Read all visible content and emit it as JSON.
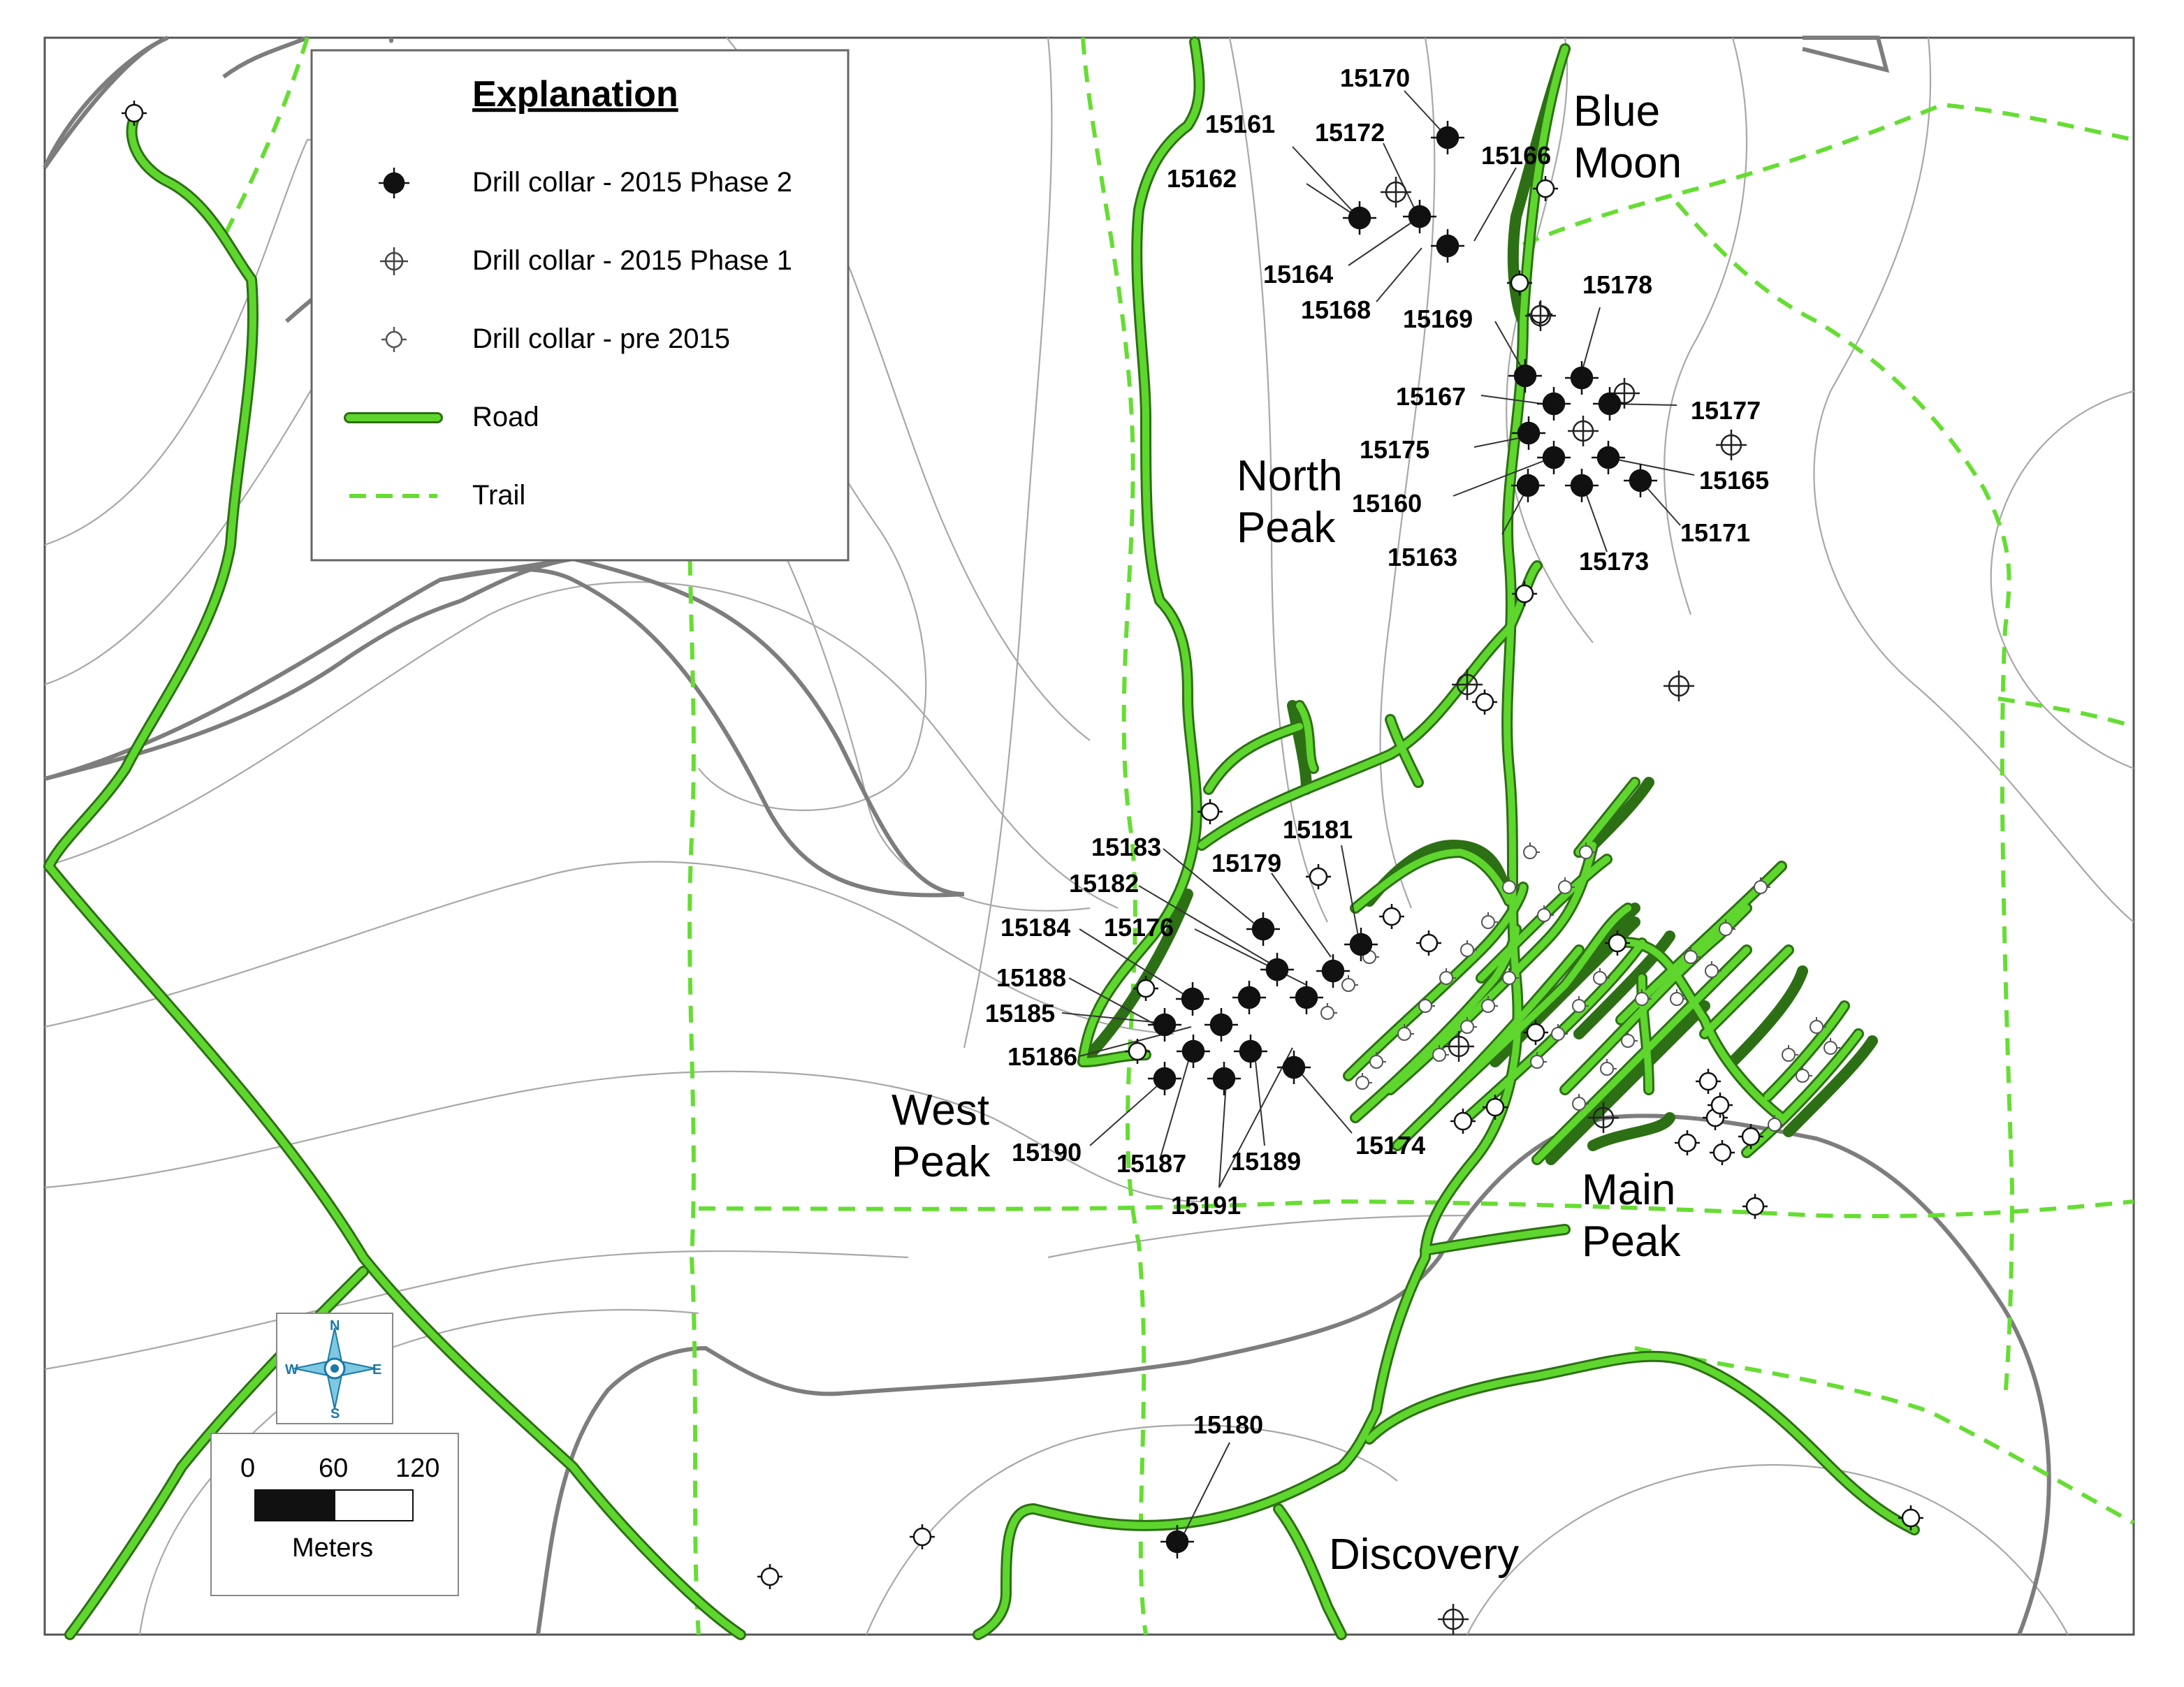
{
  "legend": {
    "title": "Explanation",
    "items": [
      {
        "label": "Drill collar - 2015 Phase 2",
        "symbol": "phase2-collar"
      },
      {
        "label": "Drill collar - 2015 Phase 1",
        "symbol": "phase1-collar"
      },
      {
        "label": "Drill collar - pre 2015",
        "symbol": "pre2015-collar"
      },
      {
        "label": "Road",
        "symbol": "road-line"
      },
      {
        "label": "Trail",
        "symbol": "trail-dashed-line"
      }
    ]
  },
  "places": {
    "blue_moon_1": "Blue",
    "blue_moon_2": "Moon",
    "north_peak_1": "North",
    "north_peak_2": "Peak",
    "west_peak_1": "West",
    "west_peak_2": "Peak",
    "main_peak_1": "Main",
    "main_peak_2": "Peak",
    "discovery": "Discovery"
  },
  "drill_labels": {
    "l15170": "15170",
    "l15161": "15161",
    "l15172": "15172",
    "l15166": "15166",
    "l15162": "15162",
    "l15164": "15164",
    "l15168": "15168",
    "l15169": "15169",
    "l15178": "15178",
    "l15167": "15167",
    "l15177": "15177",
    "l15175": "15175",
    "l15165": "15165",
    "l15160": "15160",
    "l15171": "15171",
    "l15163": "15163",
    "l15173": "15173",
    "l15183": "15183",
    "l15181": "15181",
    "l15182": "15182",
    "l15179": "15179",
    "l15184": "15184",
    "l15176": "15176",
    "l15188": "15188",
    "l15185": "15185",
    "l15186": "15186",
    "l15190": "15190",
    "l15187": "15187",
    "l15189": "15189",
    "l15174": "15174",
    "l15191": "15191",
    "l15180": "15180"
  },
  "scale_bar": {
    "tick0": "0",
    "tick1": "60",
    "tick2": "120",
    "unit": "Meters"
  },
  "compass": {
    "n": "N",
    "s": "S",
    "e": "E",
    "w": "W"
  },
  "colors": {
    "road": "#5ed62e",
    "trail": "#66dd33",
    "contour": "#a8a8a8",
    "ridge": "#7d7d7d",
    "collar_phase2": "#111111"
  }
}
